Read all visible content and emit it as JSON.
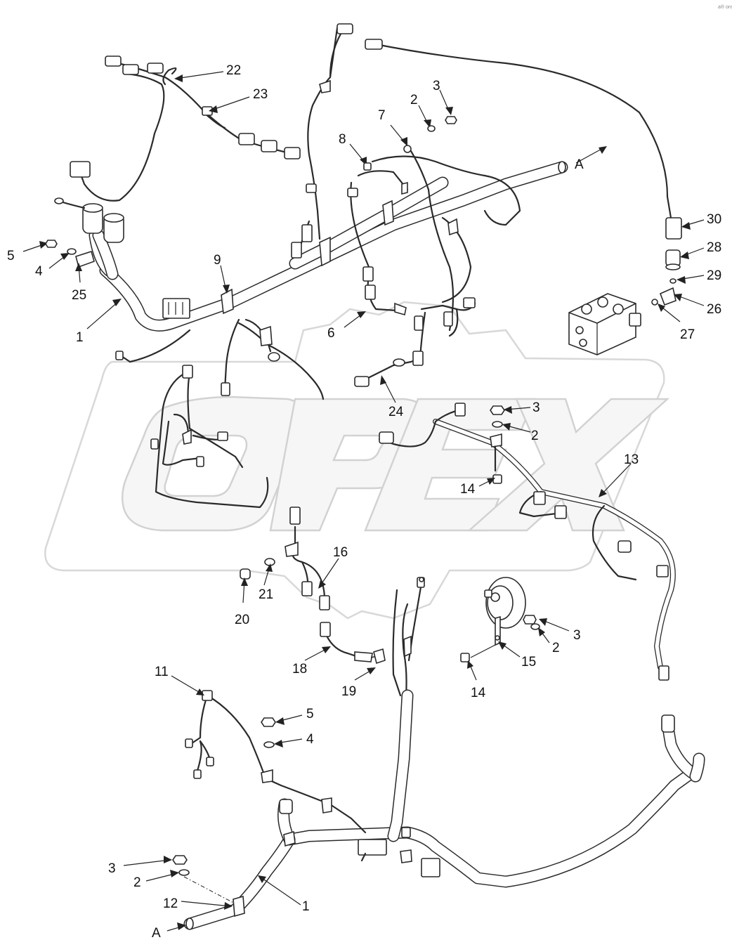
{
  "diagram": {
    "watermark_text": "OPEX",
    "corner_mark": "a® ons",
    "view_markers": [
      "A",
      "A"
    ],
    "callouts": [
      "1",
      "2",
      "3",
      "4",
      "5",
      "6",
      "7",
      "8",
      "9",
      "11",
      "12",
      "13",
      "14",
      "15",
      "16",
      "18",
      "19",
      "20",
      "21",
      "22",
      "23",
      "24",
      "25",
      "26",
      "27",
      "28",
      "29",
      "30"
    ]
  },
  "labels": {
    "c22": "22",
    "c23": "23",
    "c3a": "3",
    "c2a": "2",
    "c7": "7",
    "c8": "8",
    "cA1": "A",
    "c30": "30",
    "c28": "28",
    "c29": "29",
    "c26": "26",
    "c27": "27",
    "c5a": "5",
    "c4a": "4",
    "c25": "25",
    "c9": "9",
    "c1a": "1",
    "c6": "6",
    "c24": "24",
    "c3b": "3",
    "c2b": "2",
    "c13": "13",
    "c14a": "14",
    "c16": "16",
    "c21": "21",
    "c20": "20",
    "c18": "18",
    "c19": "19",
    "c3c": "3",
    "c2c": "2",
    "c15": "15",
    "c14b": "14",
    "c11": "11",
    "c5b": "5",
    "c4b": "4",
    "c3d": "3",
    "c2d": "2",
    "c12": "12",
    "c1b": "1",
    "cA2": "A"
  }
}
